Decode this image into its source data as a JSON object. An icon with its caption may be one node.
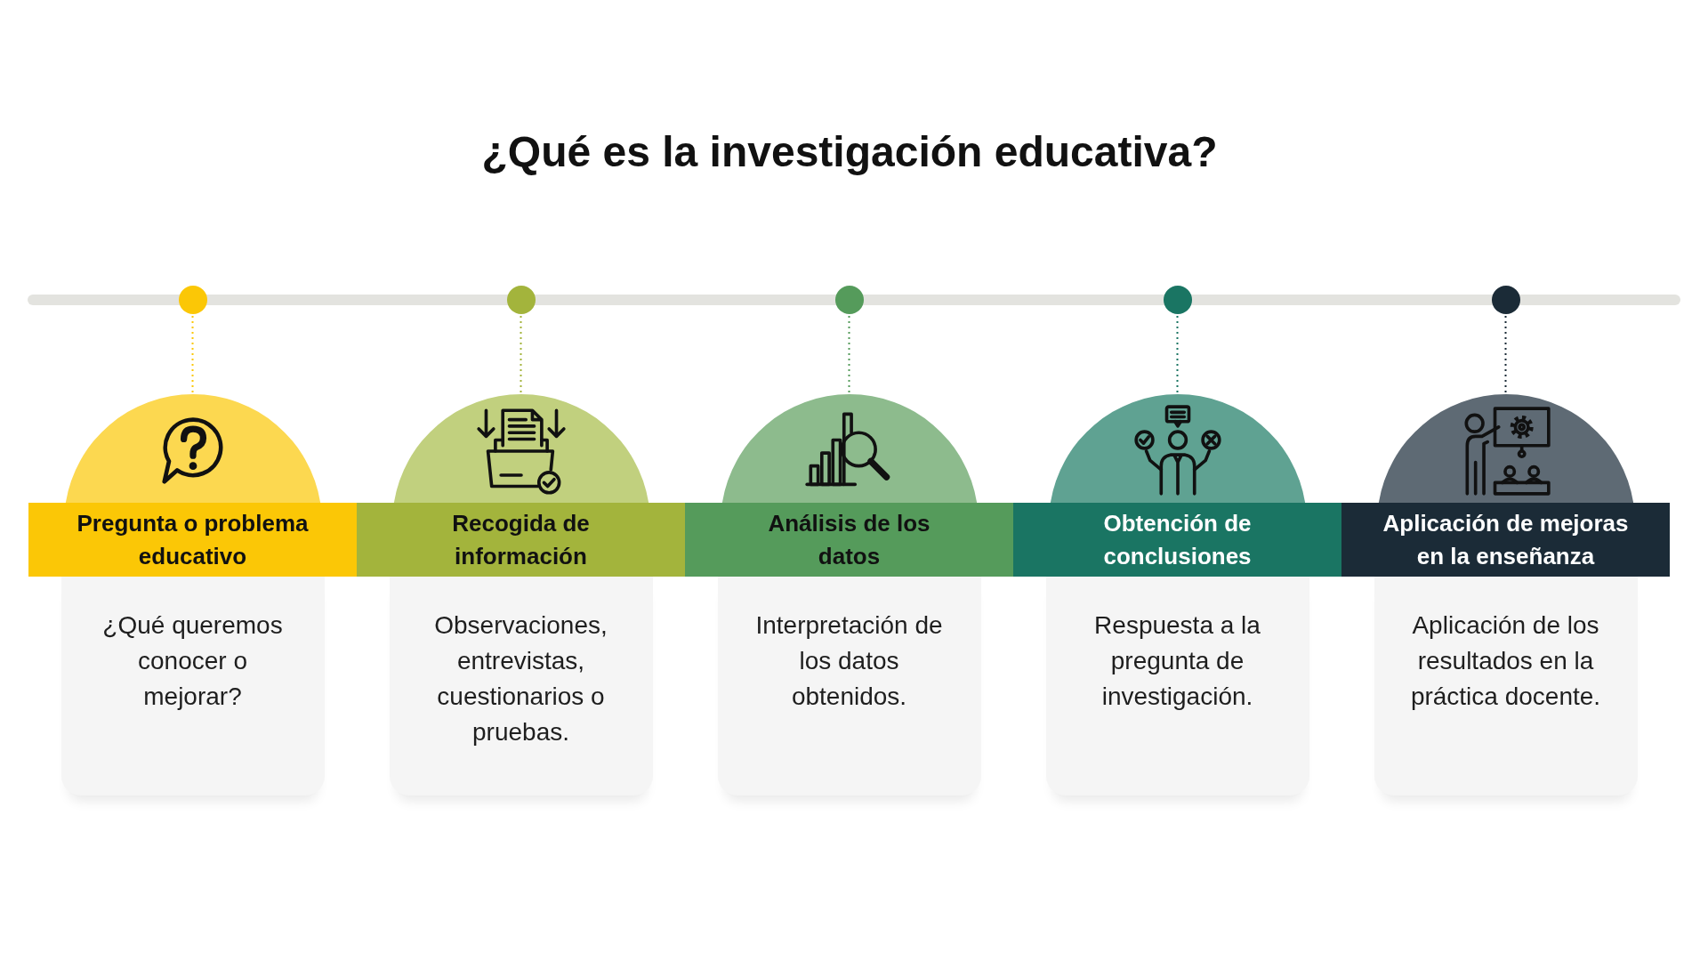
{
  "diagram": {
    "title": "¿Qué es la investigación educativa?",
    "nodes": [
      {
        "text": [],
        "shape": "circle"
      },
      {
        "text": [],
        "shape": "circle"
      },
      {
        "text": [],
        "shape": "circle"
      },
      {
        "text": [],
        "shape": "circle"
      },
      {
        "text": [],
        "shape": "circle"
      },
      {
        "text": [],
        "shape": "semicircle"
      },
      {
        "text": [
          "Pregunta o problema educativo"
        ]
      },
      {
        "text": [
          "¿Qué queremos conocer o mejorar?"
        ]
      },
      {
        "text": [],
        "shape": "semicircle"
      },
      {
        "text": [
          "Recogida de información"
        ]
      },
      {
        "text": [
          "Observaciones, entrevistas, cuestionarios o pruebas."
        ]
      },
      {
        "text": [],
        "shape": "semicircle"
      },
      {
        "text": [
          "Análisis de los datos"
        ]
      },
      {
        "text": [
          "Interpretación de los datos obtenidos."
        ]
      },
      {
        "text": [],
        "shape": "semicircle"
      },
      {
        "text": [
          "Obtención de conclusiones"
        ]
      },
      {
        "text": [
          "Respuesta a la pregunta de investigación."
        ]
      },
      {
        "text": [],
        "shape": "semicircle"
      },
      {
        "text": [
          "Aplicación de mejoras en la enseñanza"
        ]
      },
      {
        "text": [
          "Aplicación de los resultados en la práctica docente."
        ]
      }
    ],
    "edges": [
      {
        "from": 0,
        "to": 5,
        "arrow": "none",
        "style": "dashed",
        "color": "#fbc706"
      },
      {
        "from": 1,
        "to": 8,
        "arrow": "none",
        "style": "dashed",
        "color": "#a3b43c"
      },
      {
        "from": 2,
        "to": 11,
        "arrow": "none",
        "style": "dashed",
        "color": "#559b5b"
      },
      {
        "from": 3,
        "to": 14,
        "arrow": "none",
        "style": "dashed",
        "color": "#1a7563"
      },
      {
        "from": 4,
        "to": 17,
        "arrow": "none",
        "style": "dashed",
        "color": "#1b2b37"
      }
    ]
  }
}
